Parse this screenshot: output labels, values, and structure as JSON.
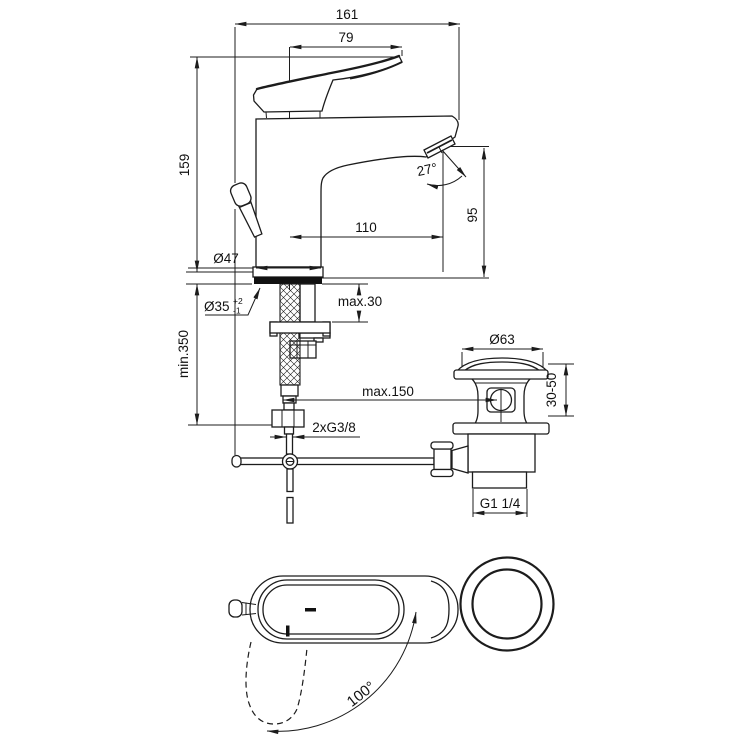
{
  "labels": {
    "overall_depth": "161",
    "lever_length": "79",
    "body_height": "159",
    "aerator_angle": "27°",
    "spout_reach": "110",
    "spout_height": "95",
    "base_diameter": "Ø47",
    "hole_diameter": "Ø35",
    "hole_tol_plus": "+2",
    "hole_tol_minus": "-1",
    "max_deck_thickness": "max.30",
    "min_hose_length": "min.350",
    "max_rod_length": "max.150",
    "supply_thread": "2xG3/8",
    "waste_flange_diameter": "Ø63",
    "waste_clamp_range": "30-50",
    "waste_thread": "G1 1/4",
    "handle_swivel": "100°"
  }
}
